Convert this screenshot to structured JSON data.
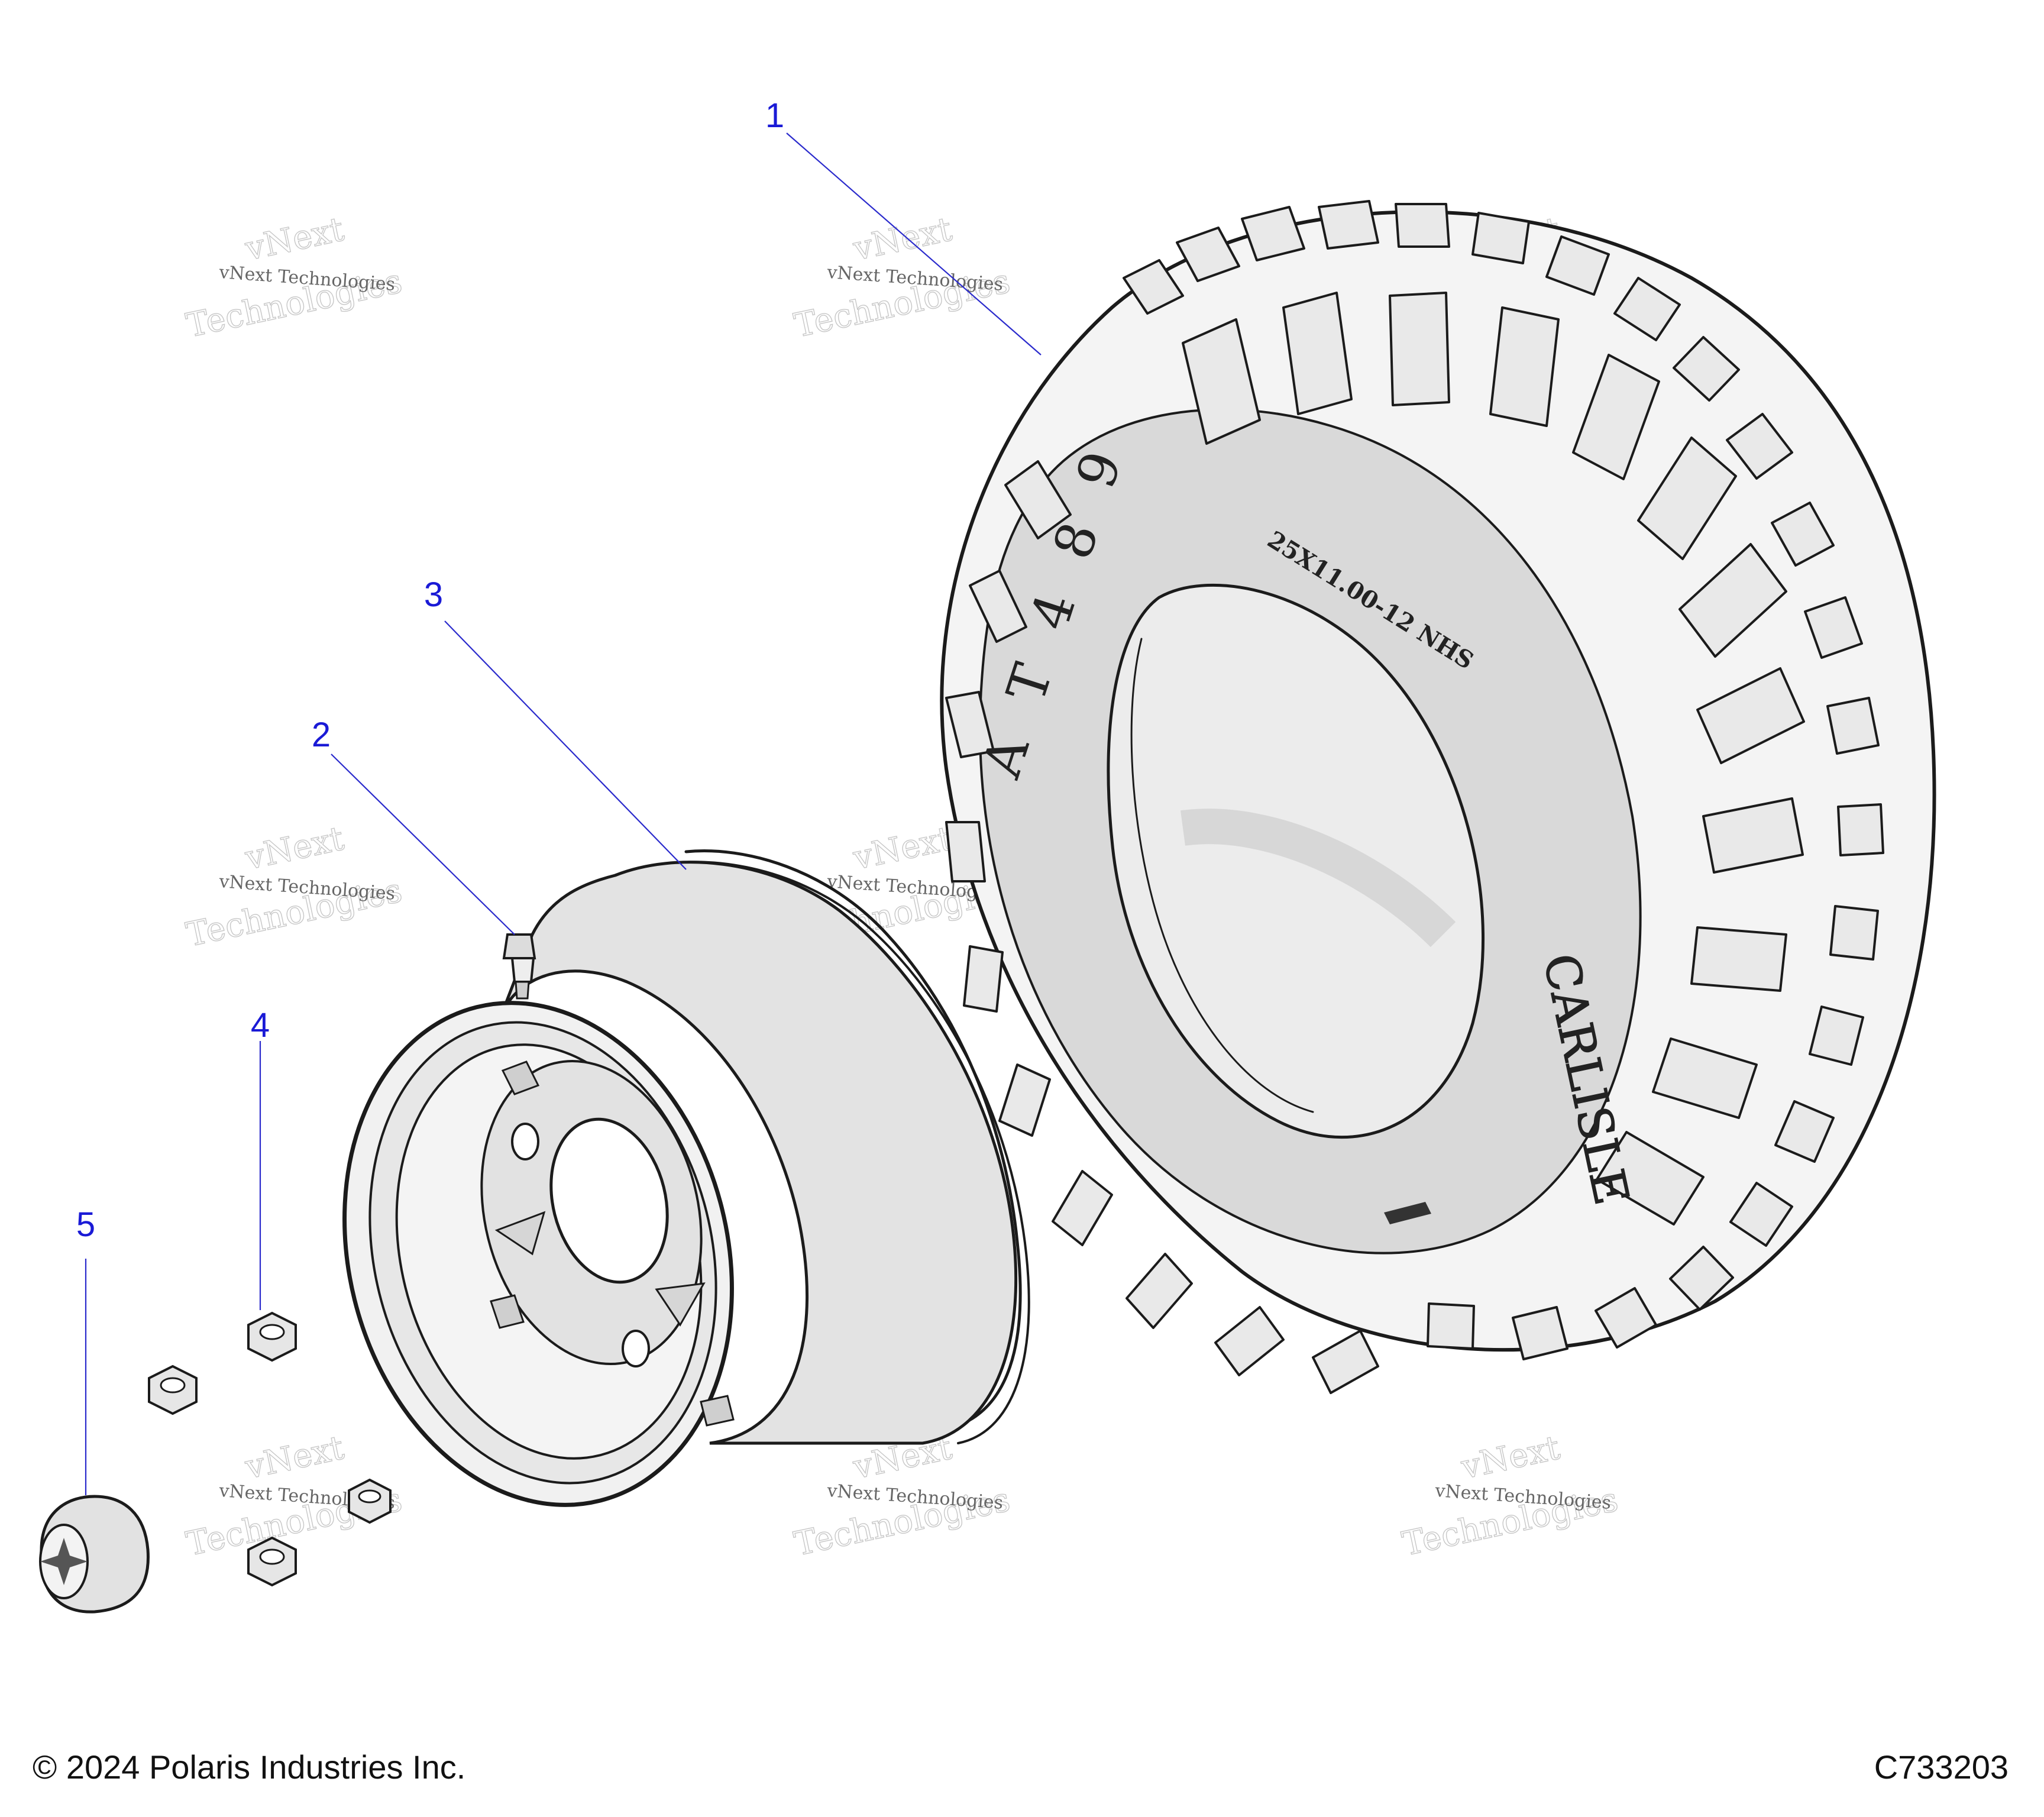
{
  "callouts": [
    {
      "id": "1",
      "label": "1"
    },
    {
      "id": "2",
      "label": "2"
    },
    {
      "id": "3",
      "label": "3"
    },
    {
      "id": "4",
      "label": "4"
    },
    {
      "id": "5",
      "label": "5"
    }
  ],
  "tire_markings": {
    "pattern": "A T 4 8 9",
    "size": "25X11.00-12 NHS",
    "brand": "CARLISLE"
  },
  "watermark": {
    "line_small": "vNext Technologies",
    "line_big_1": "vNext",
    "line_big_2": "Technologies"
  },
  "footer": {
    "copyright": "© 2024 Polaris Industries Inc.",
    "figure_code": "C733203"
  }
}
